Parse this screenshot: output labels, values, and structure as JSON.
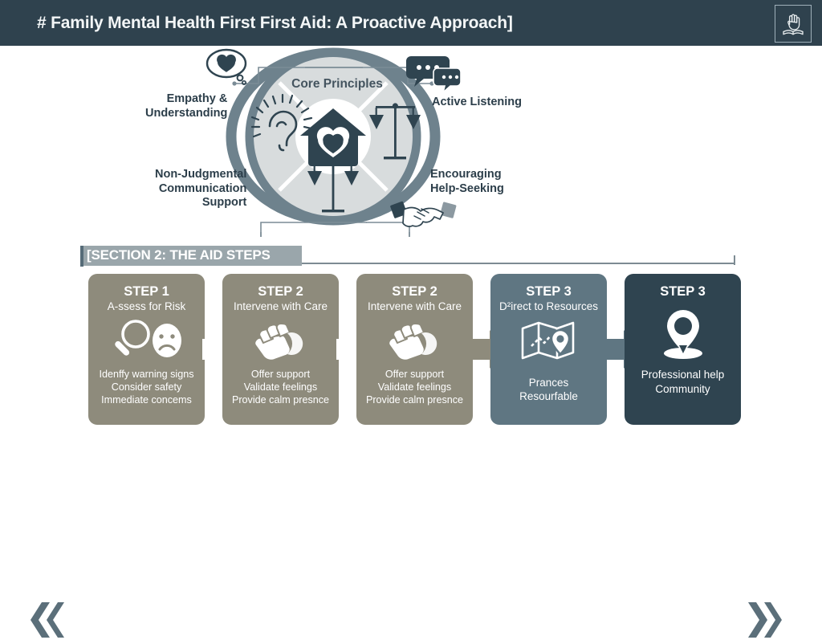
{
  "header": {
    "title": "# Family Mental Health First First Aid: A Proactive Approach]",
    "logo_icon": "hand-over-book-icon",
    "background_color": "#2f424e"
  },
  "diagram": {
    "center_label": "Core Principles",
    "center_icon": "house-with-heart-icon",
    "quadrants": [
      {
        "position": "left",
        "icon": "ear-listening-icon"
      },
      {
        "position": "right",
        "icon": "balance-scales-icon"
      },
      {
        "position": "bottom",
        "icon": "balance-scales-icon"
      }
    ],
    "labels": [
      {
        "id": "empathy",
        "lines": [
          "Empathy &",
          "Understanding"
        ],
        "icon": "thought-bubble-heart-icon"
      },
      {
        "id": "active",
        "lines": [
          "Active Listening"
        ],
        "icon": "speech-bubbles-icon"
      },
      {
        "id": "nonjudg",
        "lines": [
          "Non-Judgmental",
          "Communication",
          "Support"
        ]
      },
      {
        "id": "encourage",
        "lines": [
          "Encouraging",
          "Help-Seeking"
        ],
        "icon": "handshake-icon"
      }
    ],
    "colors": {
      "ring": "#6e828d",
      "quadrant_fill": "#d8dcdd",
      "center_fill": "#ffffff",
      "icon": "#2f4450"
    }
  },
  "section": {
    "label": "[SECTION 2: THE AID STEPS",
    "band_color": "#9aa6ab"
  },
  "nav": {
    "prev_icon": "double-chevron-left-icon",
    "next_icon": "double-chevron-right-icon",
    "arrow_color": "#5b6f7a"
  },
  "steps": [
    {
      "title": "STEP 1",
      "subtitle": "A-ssess for Risk",
      "icon": "magnifier-sad-faces-icon",
      "body": [
        "Idenffy warning signs",
        "Consider safety",
        "Immediate concems"
      ],
      "color": "#8e8b7c",
      "theme": "khaki"
    },
    {
      "title": "STEP 2",
      "subtitle": "Intervene with Care",
      "icon": "caring-hands-icon",
      "body": [
        "Offer support",
        "Validate feelings",
        "Provide calm presnce"
      ],
      "color": "#8e8b7c",
      "theme": "khaki"
    },
    {
      "title": "STEP 2",
      "subtitle": "Intervene with Care",
      "icon": "caring-hands-icon",
      "body": [
        "Offer support",
        "Validate feelings",
        "Provide calm presnce"
      ],
      "color": "#8e8b7c",
      "theme": "khaki"
    },
    {
      "title": "STEP 3",
      "subtitle": "D²irect to Resources",
      "icon": "map-with-pin-icon",
      "body": [
        "Prances",
        "Resourfable"
      ],
      "color": "#5f7682",
      "theme": "slateblue"
    },
    {
      "title": "STEP 3",
      "subtitle": "",
      "icon": "location-pin-icon",
      "body": [
        "Professional help",
        "Community"
      ],
      "color": "#2f4450",
      "theme": "darkslate"
    }
  ]
}
